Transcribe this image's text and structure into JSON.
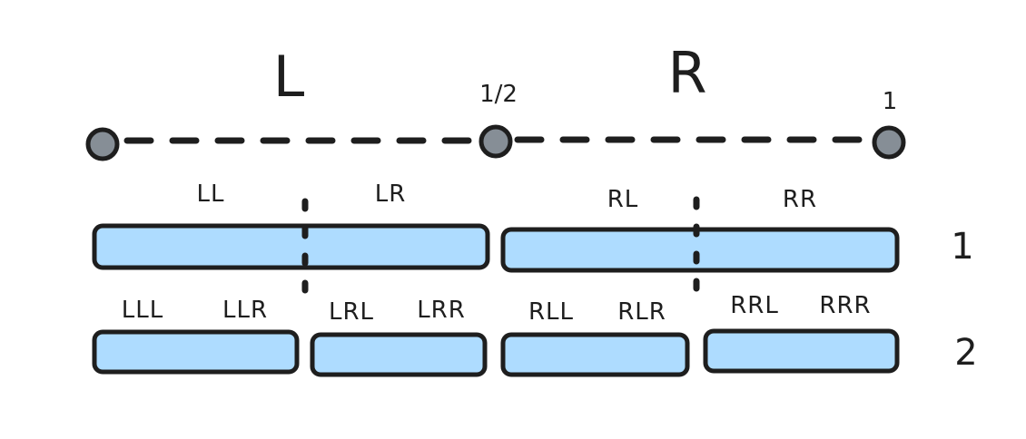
{
  "diagram": {
    "interval": {
      "regions": [
        {
          "label": "L"
        },
        {
          "label": "R"
        }
      ],
      "ticks": [
        {
          "label": ""
        },
        {
          "label": "1/2"
        },
        {
          "label": "1"
        }
      ]
    },
    "level1": {
      "label": "1",
      "segments": [
        {
          "labels": [
            "LL",
            "LR"
          ]
        },
        {
          "labels": [
            "RL",
            "RR"
          ]
        }
      ]
    },
    "level2": {
      "label": "2",
      "segments": [
        {
          "labels": [
            "LLL",
            "LLR"
          ]
        },
        {
          "labels": [
            "LRL",
            "LRR"
          ]
        },
        {
          "labels": [
            "RLL",
            "RLR"
          ]
        },
        {
          "labels": [
            "RRL",
            "RRR"
          ]
        }
      ]
    },
    "colors": {
      "bar_fill": "#a5d8ff",
      "stroke": "#1e1e1e",
      "point_fill": "#868e96"
    }
  }
}
